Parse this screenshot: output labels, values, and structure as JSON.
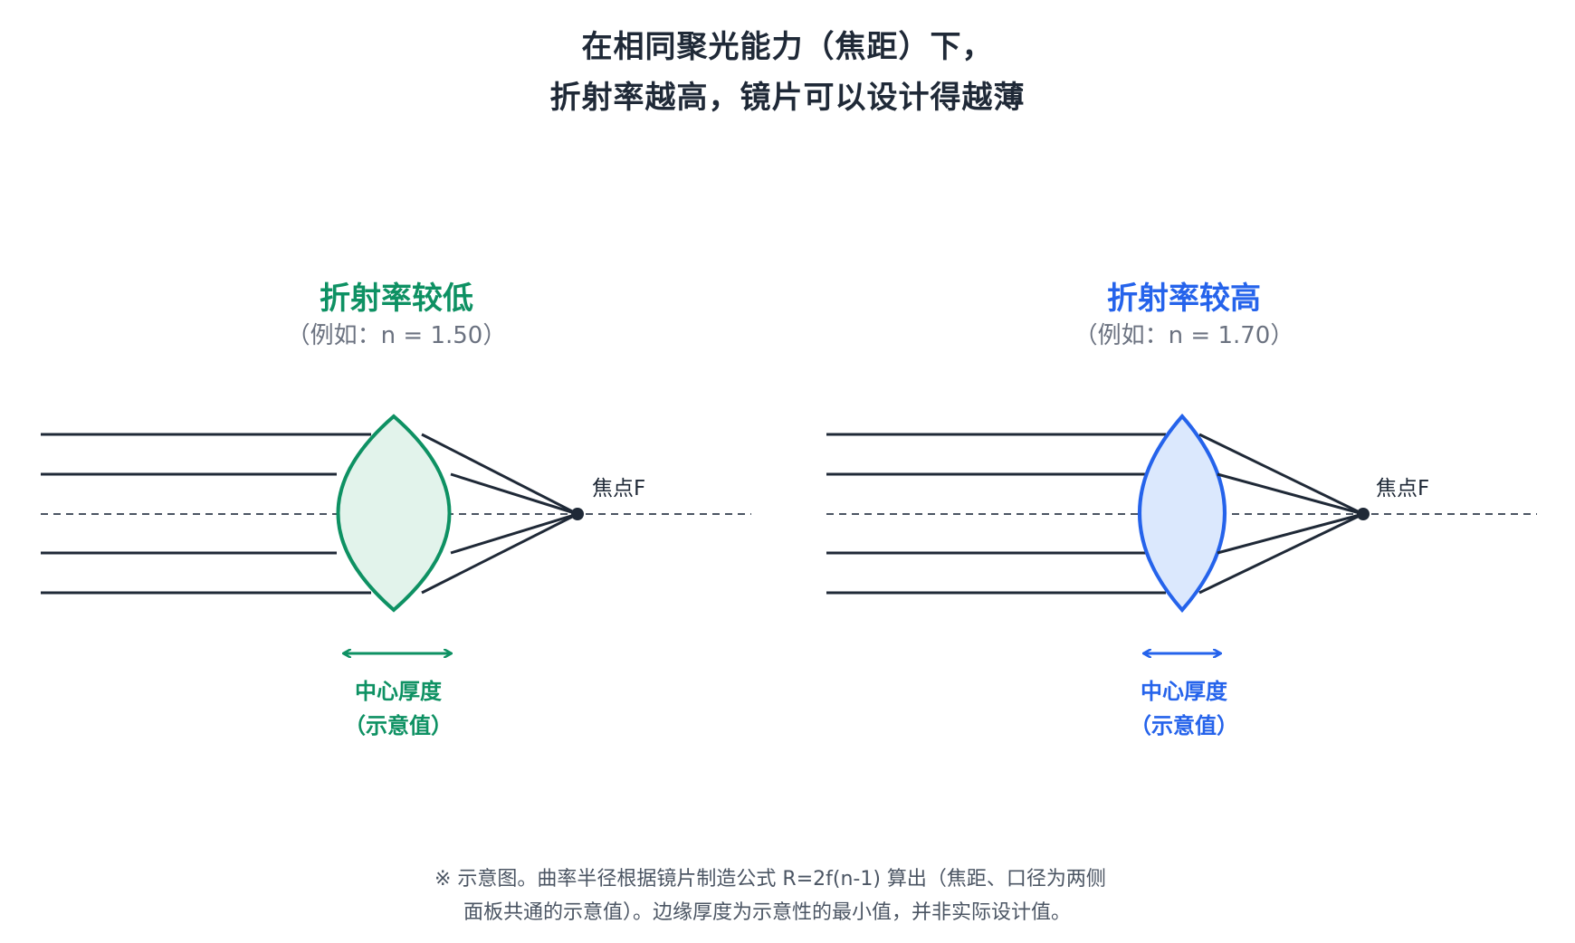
{
  "title": {
    "line1": "在相同聚光能力（焦距）下，",
    "line2": "折射率越高，镜片可以设计得越薄"
  },
  "panels": [
    {
      "title": "折射率较低",
      "subtitle": "（例如：n = 1.50）",
      "focus_label": "焦点F",
      "thickness_label_1": "中心厚度",
      "thickness_label_2": "（示意值）",
      "color": "#0e9163",
      "fill": "#e2f3eb"
    },
    {
      "title": "折射率较高",
      "subtitle": "（例如：n = 1.70）",
      "focus_label": "焦点F",
      "thickness_label_1": "中心厚度",
      "thickness_label_2": "（示意值）",
      "color": "#2563eb",
      "fill": "#dbe8fd"
    }
  ],
  "note": {
    "line1": "※ 示意图。曲率半径根据镜片制造公式 R=2f(n-1) 算出（焦距、口径为两侧",
    "line2": "面板共通的示意值）。边缘厚度为示意性的最小值，并非实际设计值。"
  }
}
